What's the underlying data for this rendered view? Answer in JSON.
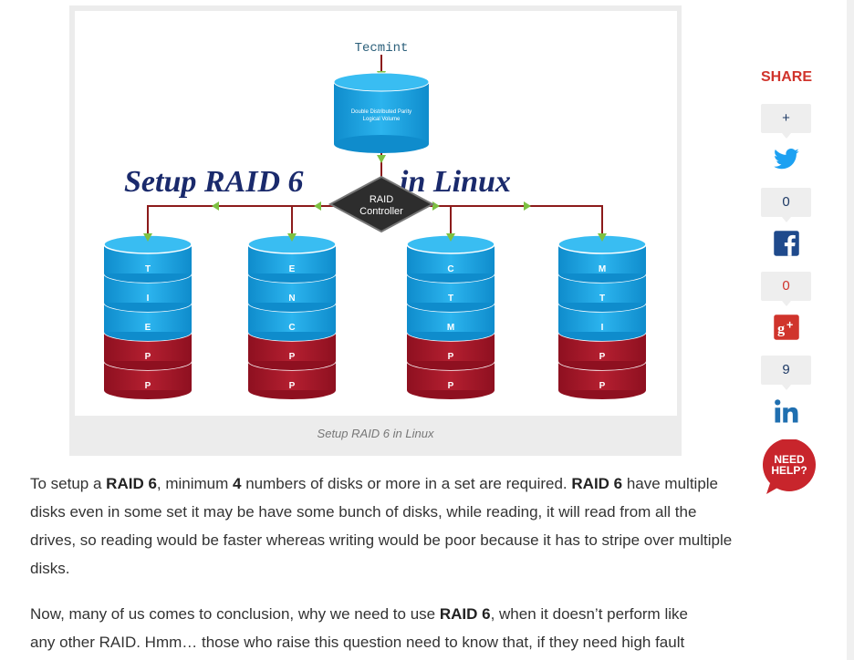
{
  "figure": {
    "source_label": "Tecmint",
    "top_disk_label_1": "Double Distributed Parity",
    "top_disk_label_2": "Logical Volume",
    "headline_left": "Setup RAID 6",
    "headline_right": "in Linux",
    "controller_line1": "RAID",
    "controller_line2": "Controller",
    "disks": [
      {
        "labels": [
          "T",
          "I",
          "E",
          "P",
          "P"
        ]
      },
      {
        "labels": [
          "E",
          "N",
          "C",
          "P",
          "P"
        ]
      },
      {
        "labels": [
          "C",
          "T",
          "M",
          "P",
          "P"
        ]
      },
      {
        "labels": [
          "M",
          "T",
          "I",
          "P",
          "P"
        ]
      }
    ],
    "caption": "Setup RAID 6 in Linux"
  },
  "paragraphs": {
    "p1": {
      "a": "To setup a ",
      "b1": "RAID 6",
      "c": ", minimum ",
      "b2": "4",
      "d": " numbers of disks or more in a set are required. ",
      "b3": "RAID 6",
      "e": " have multiple disks even in some set it may be have some bunch of disks, while reading, it will read from all the drives, so reading would be faster whereas writing would be poor because it has to stripe over multiple disks."
    },
    "p2": {
      "a": "Now, many of us comes to conclusion, why we need to use ",
      "b1": "RAID 6",
      "c": ", when it doesn’t perform like any other RAID. Hmm… those who raise this question need to know that, if they need high fault"
    }
  },
  "share": {
    "title": "SHARE",
    "plus": "+",
    "twitter_count": "0",
    "facebook_count": "0",
    "googleplus_count": "9",
    "need_help_1": "NEED",
    "need_help_2": "HELP?"
  },
  "colors": {
    "blue_disk": "#1ea3e0",
    "red_disk": "#a01627",
    "wire": "#8c1b1b",
    "arrow_green": "#7dc142",
    "headline_navy": "#1a2a6c",
    "share_red": "#d0342c",
    "twitter": "#1da1f2",
    "facebook": "#1f4a8c",
    "googleplus": "#d0342c",
    "linkedin": "#1f6fb0"
  },
  "icons": [
    "twitter-icon",
    "facebook-icon",
    "google-plus-icon",
    "linkedin-icon",
    "need-help-icon"
  ]
}
